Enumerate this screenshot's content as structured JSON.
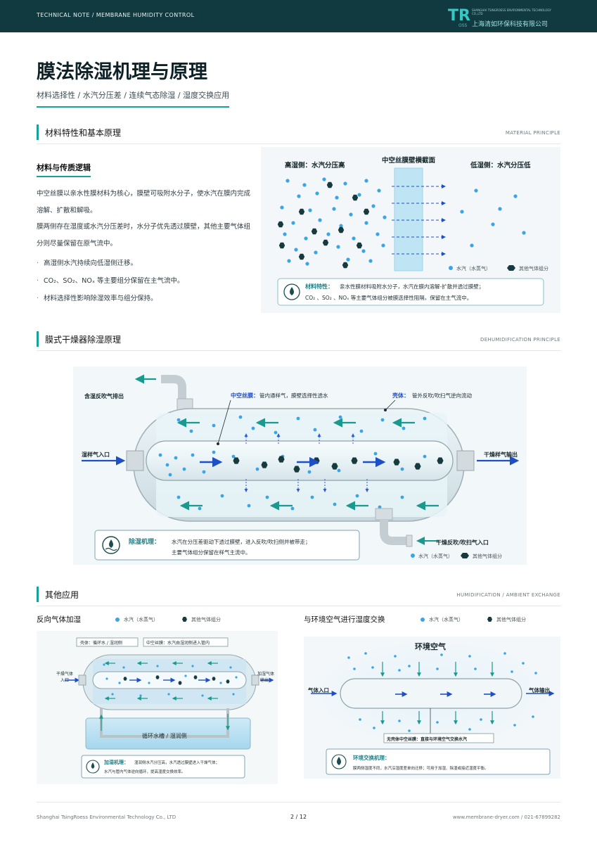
{
  "header": {
    "tag": "TECHNICAL NOTE / MEMBRANE HUMIDITY CONTROL",
    "logo_mark": "TR",
    "logo_sub": "OSS",
    "logo_en": "SHANGHAI TSINGROESS ENVIRONMENTAL TECHNOLOGY CO.,LTD",
    "logo_cn": "上海清如环保科技有限公司"
  },
  "page": {
    "title": "膜法除湿机理与原理",
    "subtitle": "材料选择性 / 水汽分压差 / 连续气态除湿 / 湿度交换应用"
  },
  "section1": {
    "title": "材料特性和基本原理",
    "title_en": "MATERIAL PRINCIPLE",
    "heading": "材料与传质逻辑",
    "para1": "中空丝膜以亲水性膜材料为核心，膜壁可吸附水分子，使水汽在膜内完成溶解、扩散和解吸。",
    "para2": "膜两侧存在湿度或水汽分压差时，水分子优先透过膜壁，其他主要气体组分则尽量保留在原气流中。",
    "bullets": [
      "高湿侧水汽持续向低湿侧迁移。",
      "CO₂、SO₂、NOₓ 等主要组分保留在主气流中。",
      "材料选择性影响除湿效率与组分保持。"
    ],
    "figure": {
      "label_high": "高湿侧：水汽分压高",
      "label_section": "中空丝膜壁横截面",
      "label_low": "低湿侧：水汽分压低",
      "legend_water": "水汽（水蒸气）",
      "legend_other": "其他气体组分",
      "note_title": "材料特性：",
      "note_line1": "亲水性膜材料吸附水分子，水汽在膜内溶解-扩散并透过膜壁；",
      "note_line2": "CO₂ 、SO₂ 、NOₓ 等主要气体组分被膜选择性阻隔，保留在主气流中。"
    }
  },
  "section2": {
    "title": "膜式干燥器除湿原理",
    "title_en": "DEHUMIDIFICATION PRINCIPLE",
    "figure": {
      "exhaust": "含湿反吹气排出",
      "fiber_label": "中空丝膜：",
      "fiber_desc": "管内通样气，膜壁选择性透水",
      "shell_label": "壳体：",
      "shell_desc": "管外反吹/吹扫气逆向流动",
      "inlet": "湿样气入口",
      "outlet": "干燥样气输出",
      "purge_in": "干燥反吹/吹扫气入口",
      "note_title": "除湿机理：",
      "note_line1": "水汽在分压差驱动下透过膜壁，进入反吹/吹扫侧并被带走；",
      "note_line2": "主要气体组分保留在样气主流中。",
      "legend_water": "水汽（水蒸气）",
      "legend_other": "其他气体组分"
    }
  },
  "section3": {
    "title": "其他应用",
    "title_en": "HUMIDIFICATION / AMBIENT EXCHANGE",
    "left": {
      "heading": "反向气体加湿",
      "legend_water": "水汽（水蒸气）",
      "legend_other": "其他气体组分",
      "shell_tag": "壳体：循环水 / 湿润侧",
      "fiber_tag": "中空丝膜：水汽由湿润侧进入管内",
      "inlet_1": "干燥气体",
      "inlet_2": "入口",
      "outlet_1": "加湿气体",
      "outlet_2": "输出",
      "tank": "循环水槽 / 湿润侧",
      "note_title": "加湿机理：",
      "note_line1": "湿润侧水汽分压高，水汽透过膜壁进入干燥气体；",
      "note_line2": "水汽与管内气体逆向循环，提高湿度交换效率。"
    },
    "right": {
      "heading": "与环境空气进行湿度交换",
      "legend_water": "水汽（水蒸气）",
      "legend_other": "其他气体组分",
      "ambient": "环境空气",
      "inlet": "气体入口",
      "outlet": "气体输出",
      "tube_tag": "无壳体中空丝膜：直接与环境空气交换水汽",
      "note_title": "环境交换机理：",
      "note_line": "膜两侧湿度不同，水汽沿湿度差单向迁移；可用于加湿、除湿或接近湿度平衡。"
    }
  },
  "footer": {
    "company": "Shanghai TsingRoess Environmental Technology Co., LTD",
    "page": "2 / 12",
    "contact": "www.membrane-dryer.com / 021-67899282"
  },
  "colors": {
    "header_bg": "#103a40",
    "accent": "#17a19b",
    "water": "#3aa5e6",
    "gas": "#163a3d",
    "flow_arrow": "#1f4fc7",
    "purge_arrow": "#1a9a8e"
  }
}
